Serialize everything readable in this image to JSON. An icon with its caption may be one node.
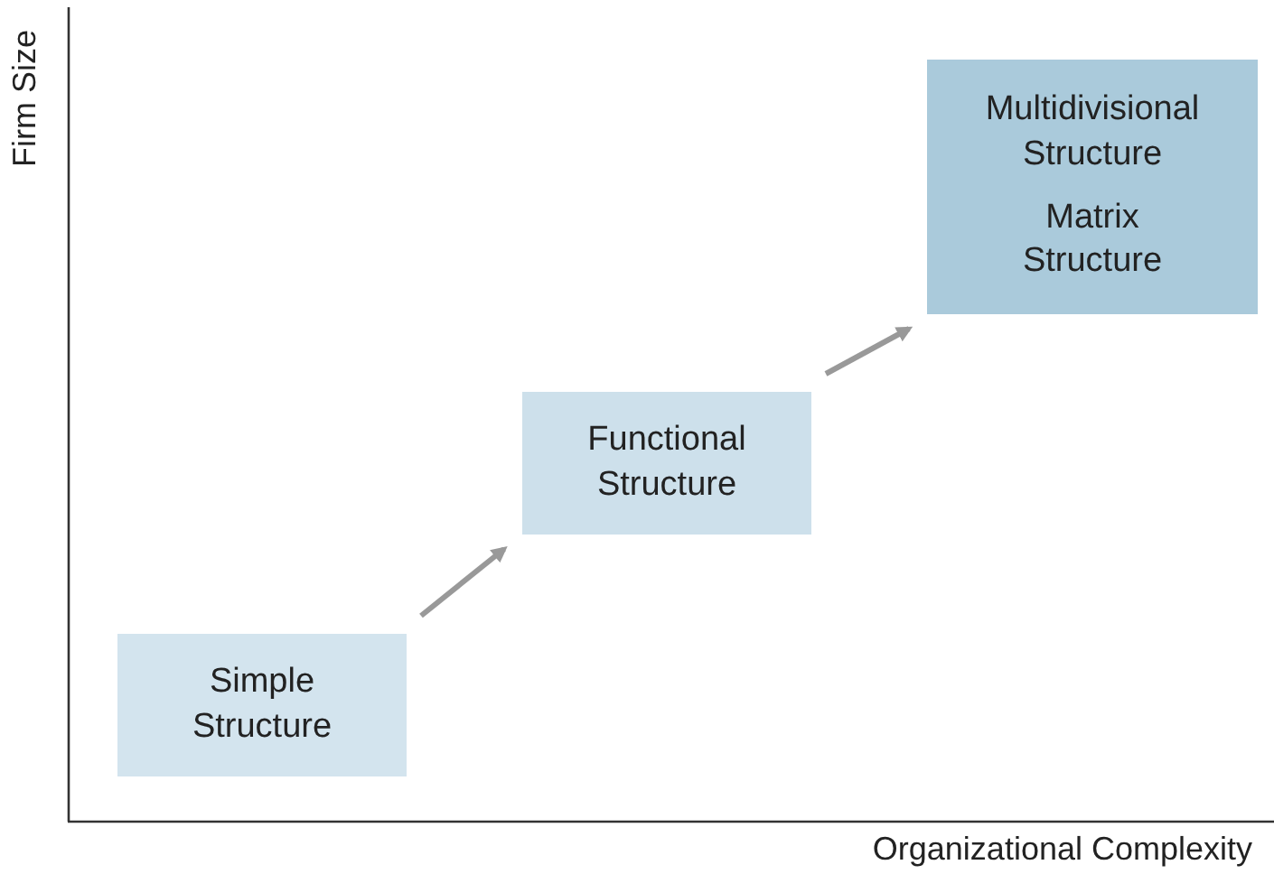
{
  "diagram": {
    "nodes": [
      {
        "text": [
          "Simple Structure"
        ]
      },
      {
        "text": [
          "Functional Structure"
        ]
      },
      {
        "text": [
          "Multidivisional Structure",
          "Matrix Structure"
        ]
      }
    ],
    "edges": [
      {
        "from": 0,
        "to": 1,
        "arrow": "to"
      },
      {
        "from": 1,
        "to": 2,
        "arrow": "to"
      }
    ],
    "labels": [
      "Firm Size",
      "Organizational Complexity"
    ]
  }
}
